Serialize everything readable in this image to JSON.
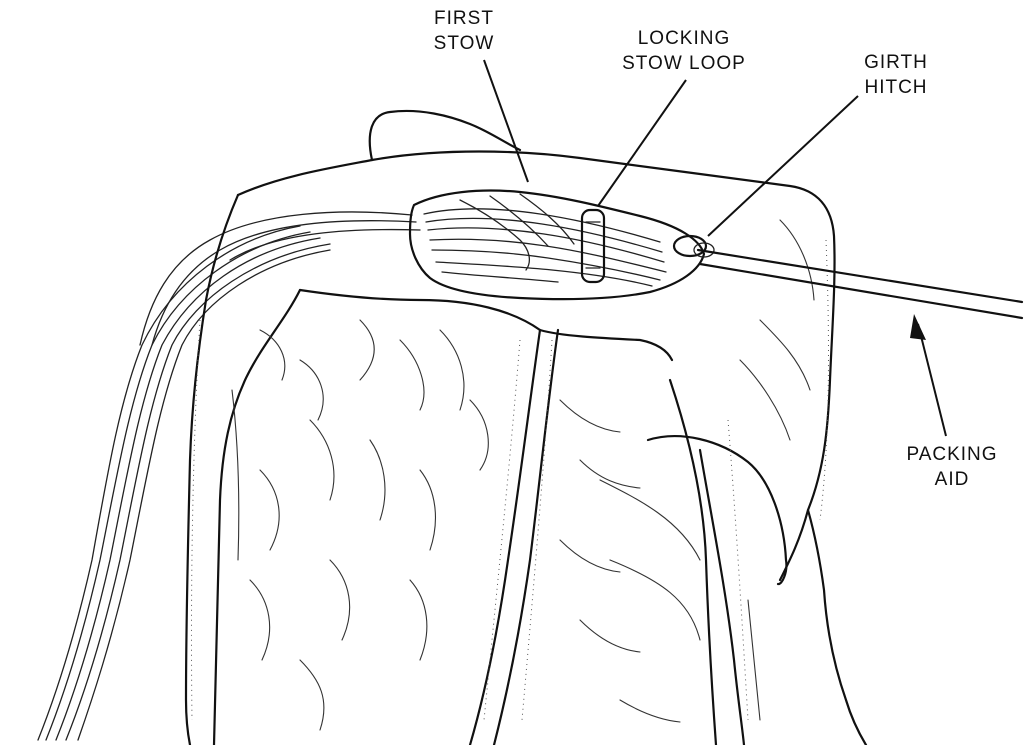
{
  "figure": {
    "labels": {
      "first_stow": [
        "FIRST",
        "STOW"
      ],
      "locking_stow_loop": [
        "LOCKING",
        "STOW LOOP"
      ],
      "girth_hitch": [
        "GIRTH",
        "HITCH"
      ],
      "packing_aid": [
        "PACKING",
        "AID"
      ]
    }
  },
  "colors": {
    "ink": "#111111",
    "paper": "#ffffff"
  }
}
